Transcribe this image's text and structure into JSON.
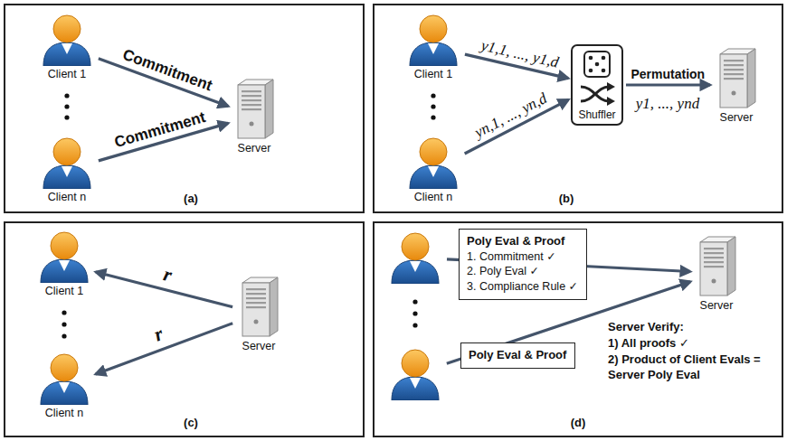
{
  "diagram": {
    "nodes": [
      {
        "text": [
          "(a)"
        ]
      },
      {
        "text": [
          "Client 1"
        ],
        "in": 0
      },
      {
        "text": [
          "Client n"
        ],
        "in": 0
      },
      {
        "text": [
          "Server"
        ],
        "in": 0
      },
      {
        "text": [
          "(b)"
        ]
      },
      {
        "text": [
          "Client 1"
        ],
        "in": 4
      },
      {
        "text": [
          "Client n"
        ],
        "in": 4
      },
      {
        "text": [
          "Shuffler"
        ],
        "in": 4
      },
      {
        "text": [
          "Server"
        ],
        "in": 4
      },
      {
        "text": [
          "(c)"
        ]
      },
      {
        "text": [
          "Client 1"
        ],
        "in": 9
      },
      {
        "text": [
          "Client n"
        ],
        "in": 9
      },
      {
        "text": [
          "Server"
        ],
        "in": 9
      },
      {
        "text": [
          "(d)"
        ]
      },
      {
        "text": [],
        "in": 13
      },
      {
        "text": [],
        "in": 13
      },
      {
        "text": [
          "Poly Eval & Proof",
          "1. Commitment ✓",
          "2. Poly Eval ✓",
          "3. Compliance Rule ✓"
        ],
        "in": 13
      },
      {
        "text": [
          "Poly Eval & Proof"
        ],
        "in": 13
      },
      {
        "text": [
          "Server"
        ],
        "in": 13
      }
    ],
    "edges": [
      {
        "from": 1,
        "to": 3,
        "arrow": "to",
        "label": "Commitment"
      },
      {
        "from": 2,
        "to": 3,
        "arrow": "to",
        "label": "Commitment"
      },
      {
        "from": 5,
        "to": 7,
        "arrow": "to",
        "label": "y1,1, ..., y1,d"
      },
      {
        "from": 6,
        "to": 7,
        "arrow": "to",
        "label": "yn,1, ..., yn,d"
      },
      {
        "from": 7,
        "to": 8,
        "arrow": "to",
        "label": "Permutation"
      },
      {
        "from": 12,
        "to": 10,
        "arrow": "to",
        "label": "r"
      },
      {
        "from": 12,
        "to": 11,
        "arrow": "to",
        "label": "r"
      },
      {
        "from": 14,
        "to": 18,
        "arrow": "to"
      },
      {
        "from": 15,
        "to": 18,
        "arrow": "to"
      }
    ],
    "labels": [
      "y1, ..., ynd",
      "Server Verify:",
      "1) All proofs ✓",
      "2) Product of Client Evals = Server Poly Eval"
    ]
  }
}
